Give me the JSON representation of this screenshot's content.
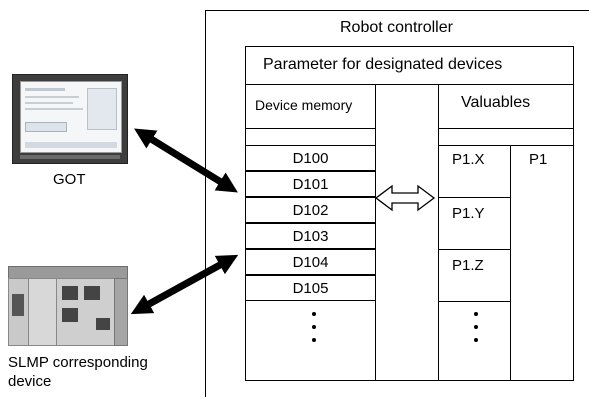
{
  "controller": {
    "title": "Robot controller",
    "param_header": "Parameter for designated devices",
    "device_memory": {
      "header": "Device memory",
      "cells": [
        "D100",
        "D101",
        "D102",
        "D103",
        "D104",
        "D105"
      ],
      "ellipsis": "⋮"
    },
    "variables": {
      "header": "Valuables",
      "cells": [
        "P1.X",
        "P1.Y",
        "P1.Z"
      ],
      "group": "P1",
      "ellipsis": "⋮"
    }
  },
  "external_devices": {
    "got": {
      "label": "GOT"
    },
    "slmp": {
      "label_line1": "SLMP corresponding",
      "label_line2": "device"
    }
  }
}
